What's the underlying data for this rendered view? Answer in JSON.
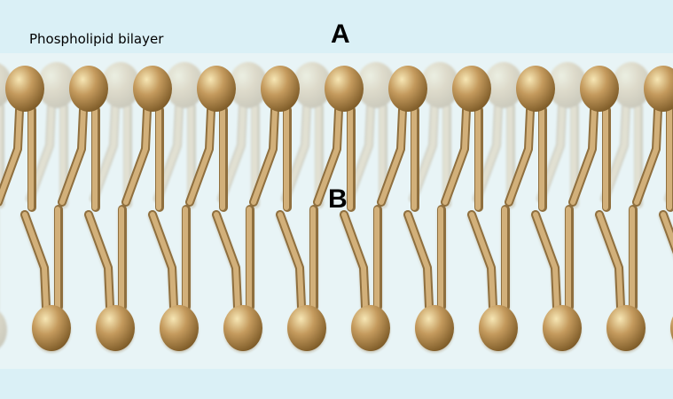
{
  "title": "Phospholipid bilayer",
  "labels": {
    "a": "A",
    "b": "B"
  },
  "colors": {
    "background": "#daf0f6",
    "head_light": "#f6e6b4",
    "head_mid": "#c49a5d",
    "head_dark": "#7c5a27",
    "tail": "#c8a46a",
    "tail_shade": "#8f6f3e"
  }
}
